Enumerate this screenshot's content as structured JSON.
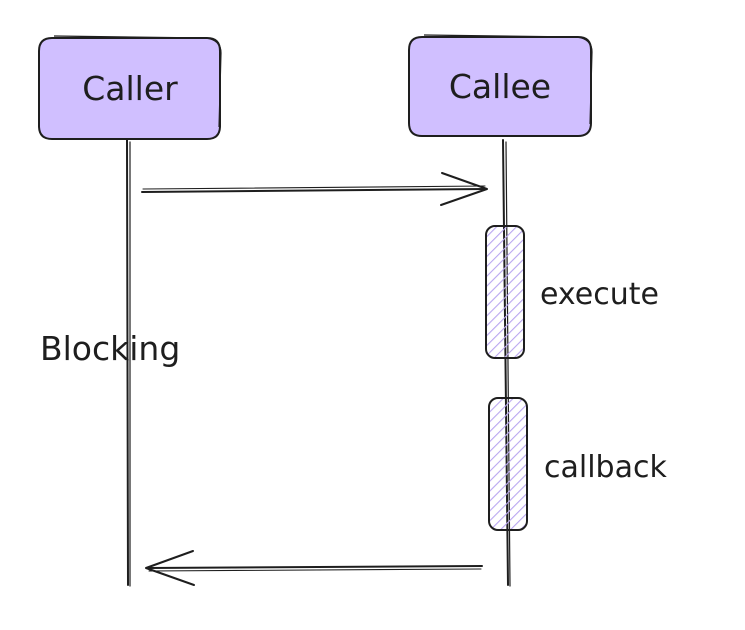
{
  "diagram": {
    "participants": [
      {
        "id": "caller",
        "label": "Caller"
      },
      {
        "id": "callee",
        "label": "Callee"
      }
    ],
    "messages": [
      {
        "from": "caller",
        "to": "callee",
        "label": ""
      },
      {
        "from": "callee",
        "to": "caller",
        "label": ""
      }
    ],
    "activations": [
      {
        "on": "callee",
        "label": "execute"
      },
      {
        "on": "callee",
        "label": "callback"
      }
    ],
    "annotations": [
      {
        "on": "caller",
        "label": "Blocking"
      }
    ],
    "colors": {
      "participant_fill": "#d0bfff",
      "activation_hatch": "#b9a6f0",
      "stroke": "#1e1e1e",
      "background": "#ffffff"
    }
  }
}
